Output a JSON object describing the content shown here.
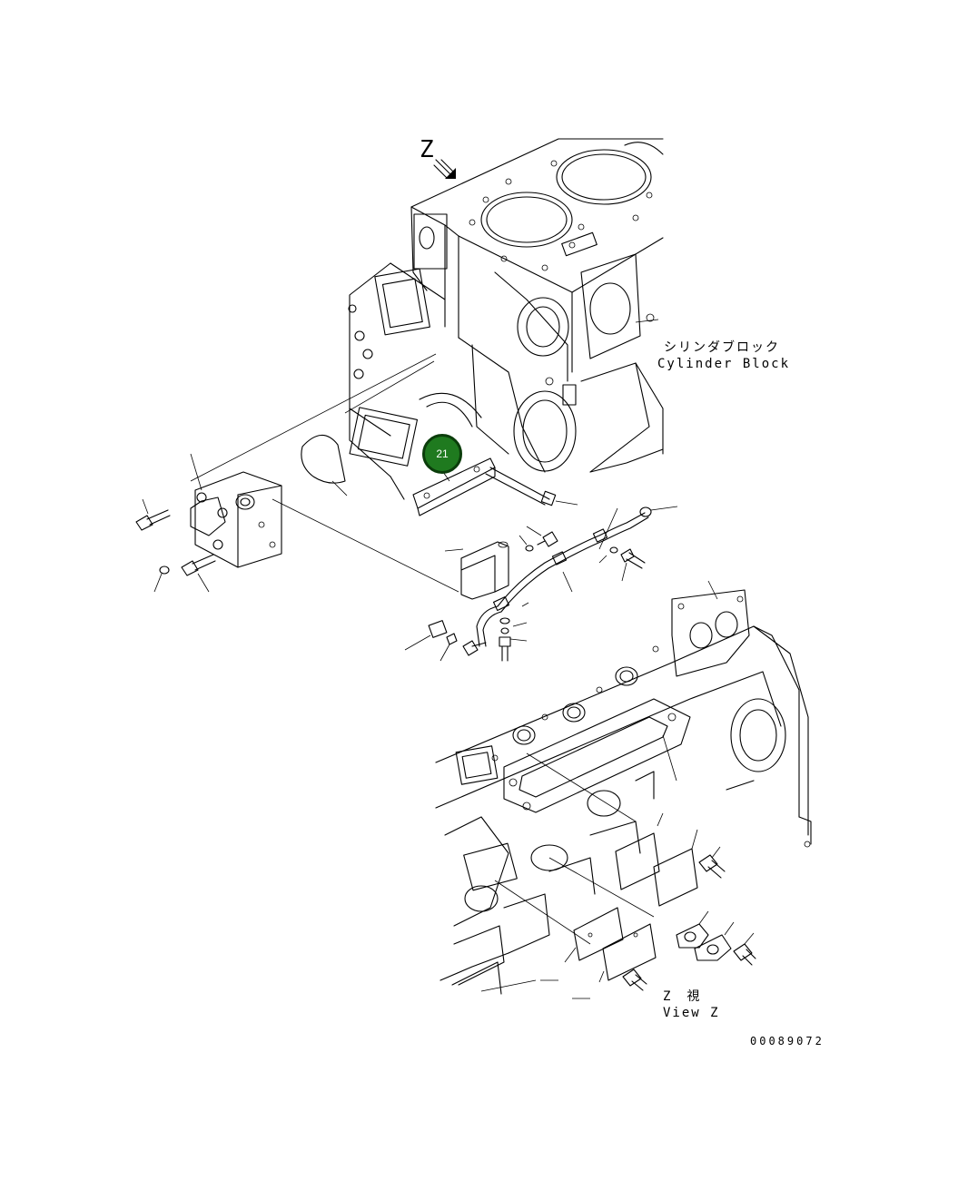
{
  "view_marker": {
    "letter": "Z"
  },
  "labels": {
    "cylinder_block_jp": "シリンダブロック",
    "cylinder_block_en": "Cylinder Block",
    "view_z_jp": "Z　視",
    "view_z_en": "View Z",
    "drawing_number": "00089072"
  },
  "callout": {
    "number": "21",
    "color": "#1f7a1f"
  }
}
